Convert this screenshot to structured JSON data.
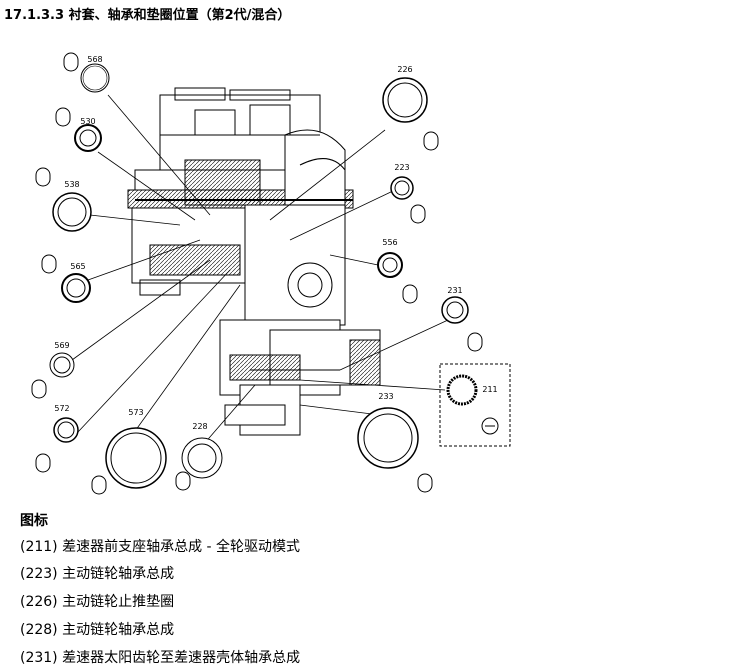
{
  "title": "17.1.3.3 衬套、轴承和垫圈位置（第2代/混合）",
  "callouts": [
    {
      "id": "568"
    },
    {
      "id": "530"
    },
    {
      "id": "538"
    },
    {
      "id": "565"
    },
    {
      "id": "569"
    },
    {
      "id": "572"
    },
    {
      "id": "573"
    },
    {
      "id": "228"
    },
    {
      "id": "226"
    },
    {
      "id": "223"
    },
    {
      "id": "556"
    },
    {
      "id": "231"
    },
    {
      "id": "211"
    },
    {
      "id": "233"
    }
  ],
  "legend": {
    "heading": "图标",
    "items": [
      "(211) 差速器前支座轴承总成 - 全轮驱动模式",
      "(223) 主动链轮轴承总成",
      "(226) 主动链轮止推垫圈",
      "(228) 主动链轮轴承总成",
      "(231) 差速器太阳齿轮至差速器壳体轴承总成"
    ]
  }
}
